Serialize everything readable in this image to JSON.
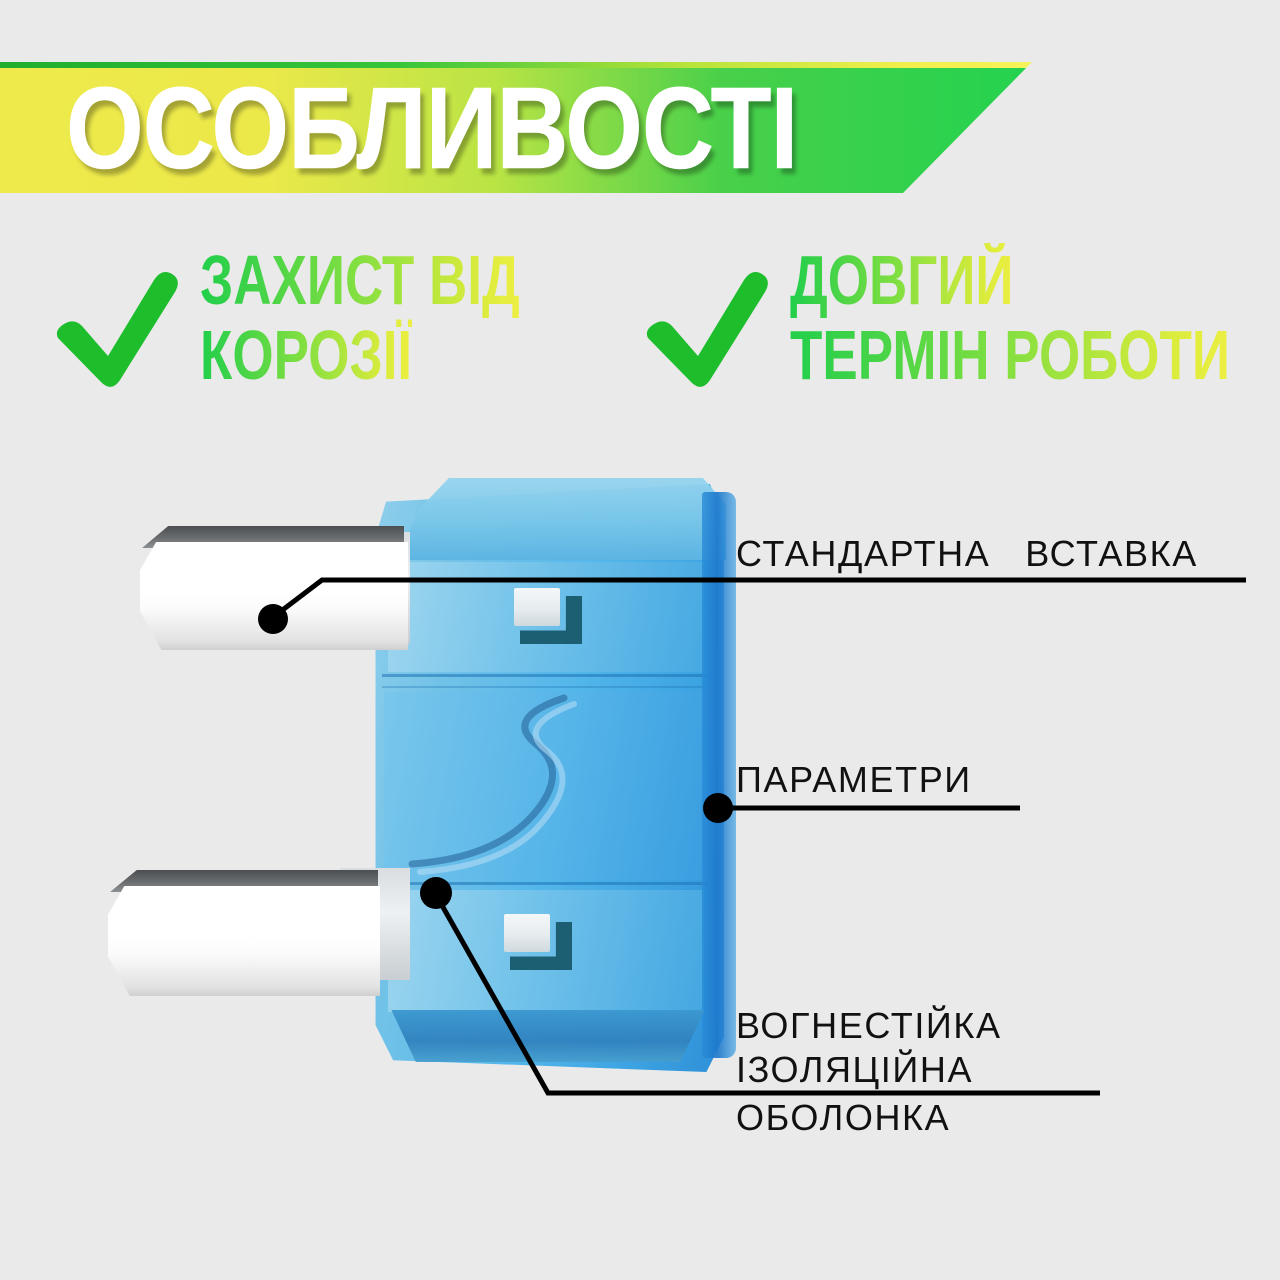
{
  "page": {
    "background_color": "#eaeaea"
  },
  "header": {
    "title": "ОСОБЛИВОСТІ",
    "gradient_from": "#eeea4c",
    "gradient_to": "#23d24e",
    "text_color": "#ffffff"
  },
  "features": [
    {
      "icon": "check-mark",
      "icon_color": "#1dbd2c",
      "line1": "ЗАХИСТ ВІД",
      "line2": "КОРОЗІЇ"
    },
    {
      "icon": "check-mark",
      "icon_color": "#1dbd2c",
      "line1": "ДОВГИЙ",
      "line2": "ТЕРМІН РОБОТИ"
    }
  ],
  "diagram": {
    "subject": "blade-fuse",
    "body_color": "#4fb5ea",
    "terminal_color": "#ffffff",
    "callouts": [
      {
        "id": "standard-insert",
        "lines": [
          "СТАНДАРТНА   ВСТАВКА"
        ],
        "marker": "dot"
      },
      {
        "id": "parameters",
        "lines": [
          "ПАРАМЕТРИ"
        ],
        "marker": "dot"
      },
      {
        "id": "fireproof-insulating-shell",
        "lines": [
          "ВОГНЕСТІЙКА",
          "ІЗОЛЯЦІЙНА",
          "ОБОЛОНКА"
        ],
        "marker": "dot"
      }
    ]
  }
}
